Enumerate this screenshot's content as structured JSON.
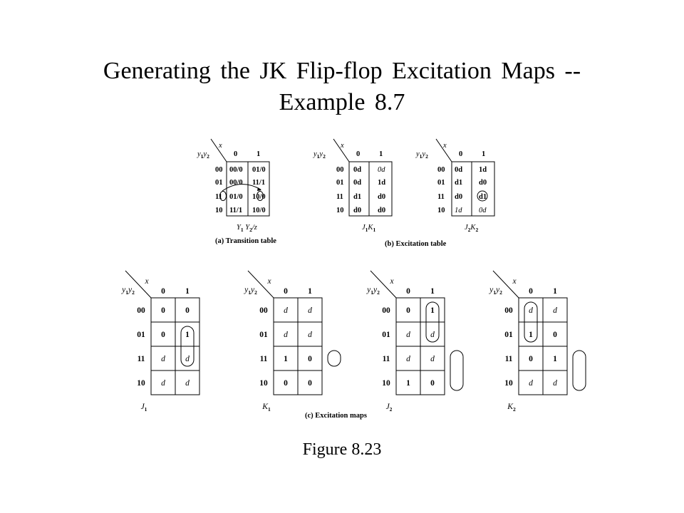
{
  "title": {
    "line1": "Generating the JK Flip-flop Excitation Maps --",
    "line2": "Example 8.7"
  },
  "caption": "Figure 8.23",
  "diagrams": {
    "transition_table": {
      "caption": "(a) Transition table",
      "input_label": "x",
      "columns": [
        "0",
        "1"
      ],
      "rows": [
        "00",
        "01",
        "11",
        "10"
      ],
      "cells": [
        [
          "00/0",
          "01/0"
        ],
        [
          "00/0",
          "11/1"
        ],
        [
          "01/0",
          "10/0"
        ],
        [
          "11/1",
          "10/0"
        ]
      ],
      "output_label": "Y1 Y2/z"
    },
    "excitation_table_caption": "(b) Excitation table",
    "excitation_j1k1": {
      "input_label": "x",
      "columns": [
        "0",
        "1"
      ],
      "rows": [
        "00",
        "01",
        "11",
        "10"
      ],
      "cells": [
        [
          "0d",
          "0d"
        ],
        [
          "0d",
          "1d"
        ],
        [
          "d1",
          "d0"
        ],
        [
          "d0",
          "d0"
        ]
      ],
      "output_label": "J1K1"
    },
    "excitation_j2k2": {
      "input_label": "x",
      "columns": [
        "0",
        "1"
      ],
      "rows": [
        "00",
        "01",
        "11",
        "10"
      ],
      "cells": [
        [
          "0d",
          "1d"
        ],
        [
          "d1",
          "d0"
        ],
        [
          "d0",
          "d1"
        ],
        [
          "1d",
          "0d"
        ]
      ],
      "output_label": "J2K2"
    },
    "excitation_maps_caption": "(c) Excitation maps",
    "maps": [
      {
        "input_label": "x",
        "columns": [
          "0",
          "1"
        ],
        "rows": [
          "00",
          "01",
          "11",
          "10"
        ],
        "cells": [
          [
            "0",
            "0"
          ],
          [
            "0",
            "1"
          ],
          [
            "d",
            "d"
          ],
          [
            "d",
            "d"
          ]
        ],
        "label": "J1"
      },
      {
        "input_label": "x",
        "columns": [
          "0",
          "1"
        ],
        "rows": [
          "00",
          "01",
          "11",
          "10"
        ],
        "cells": [
          [
            "d",
            "d"
          ],
          [
            "d",
            "d"
          ],
          [
            "1",
            "0"
          ],
          [
            "0",
            "0"
          ]
        ],
        "label": "K1"
      },
      {
        "input_label": "x",
        "columns": [
          "0",
          "1"
        ],
        "rows": [
          "00",
          "01",
          "11",
          "10"
        ],
        "cells": [
          [
            "0",
            "1"
          ],
          [
            "d",
            "d"
          ],
          [
            "d",
            "d"
          ],
          [
            "1",
            "0"
          ]
        ],
        "label": "J2"
      },
      {
        "input_label": "x",
        "columns": [
          "0",
          "1"
        ],
        "rows": [
          "00",
          "01",
          "11",
          "10"
        ],
        "cells": [
          [
            "d",
            "d"
          ],
          [
            "1",
            "0"
          ],
          [
            "0",
            "1"
          ],
          [
            "d",
            "d"
          ]
        ],
        "label": "K2"
      }
    ],
    "row_var_label": "y1y2"
  }
}
